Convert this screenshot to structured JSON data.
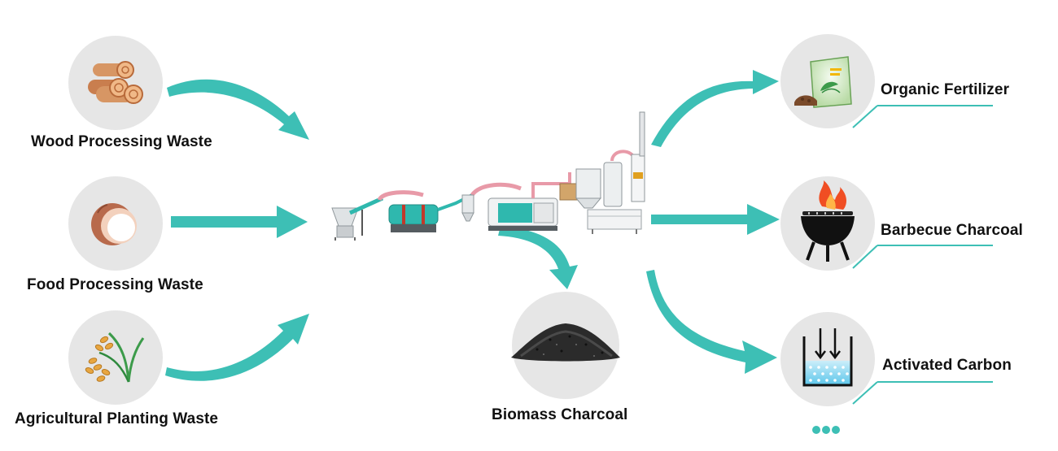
{
  "colors": {
    "arrow": "#3dbfb5",
    "circle": "#e6e6e6",
    "text": "#111111",
    "steel": "#e4e6e8",
    "teal": "#2fb8ae"
  },
  "inputs": [
    {
      "label": "Wood Processing Waste",
      "icon": "logs-icon"
    },
    {
      "label": "Food Processing Waste",
      "icon": "coconut-icon"
    },
    {
      "label": "Agricultural Planting Waste",
      "icon": "wheat-icon"
    }
  ],
  "machine": {
    "icon": "biomass-carbonization-plant-icon"
  },
  "center_output": {
    "label": "Biomass Charcoal",
    "icon": "charcoal-pile-icon"
  },
  "outputs": [
    {
      "label": "Organic Fertilizer",
      "icon": "fertilizer-bag-icon"
    },
    {
      "label": "Barbecue Charcoal",
      "icon": "grill-icon"
    },
    {
      "label": "Activated Carbon",
      "icon": "filter-tank-icon"
    }
  ],
  "more": {
    "icon": "ellipsis-icon"
  }
}
